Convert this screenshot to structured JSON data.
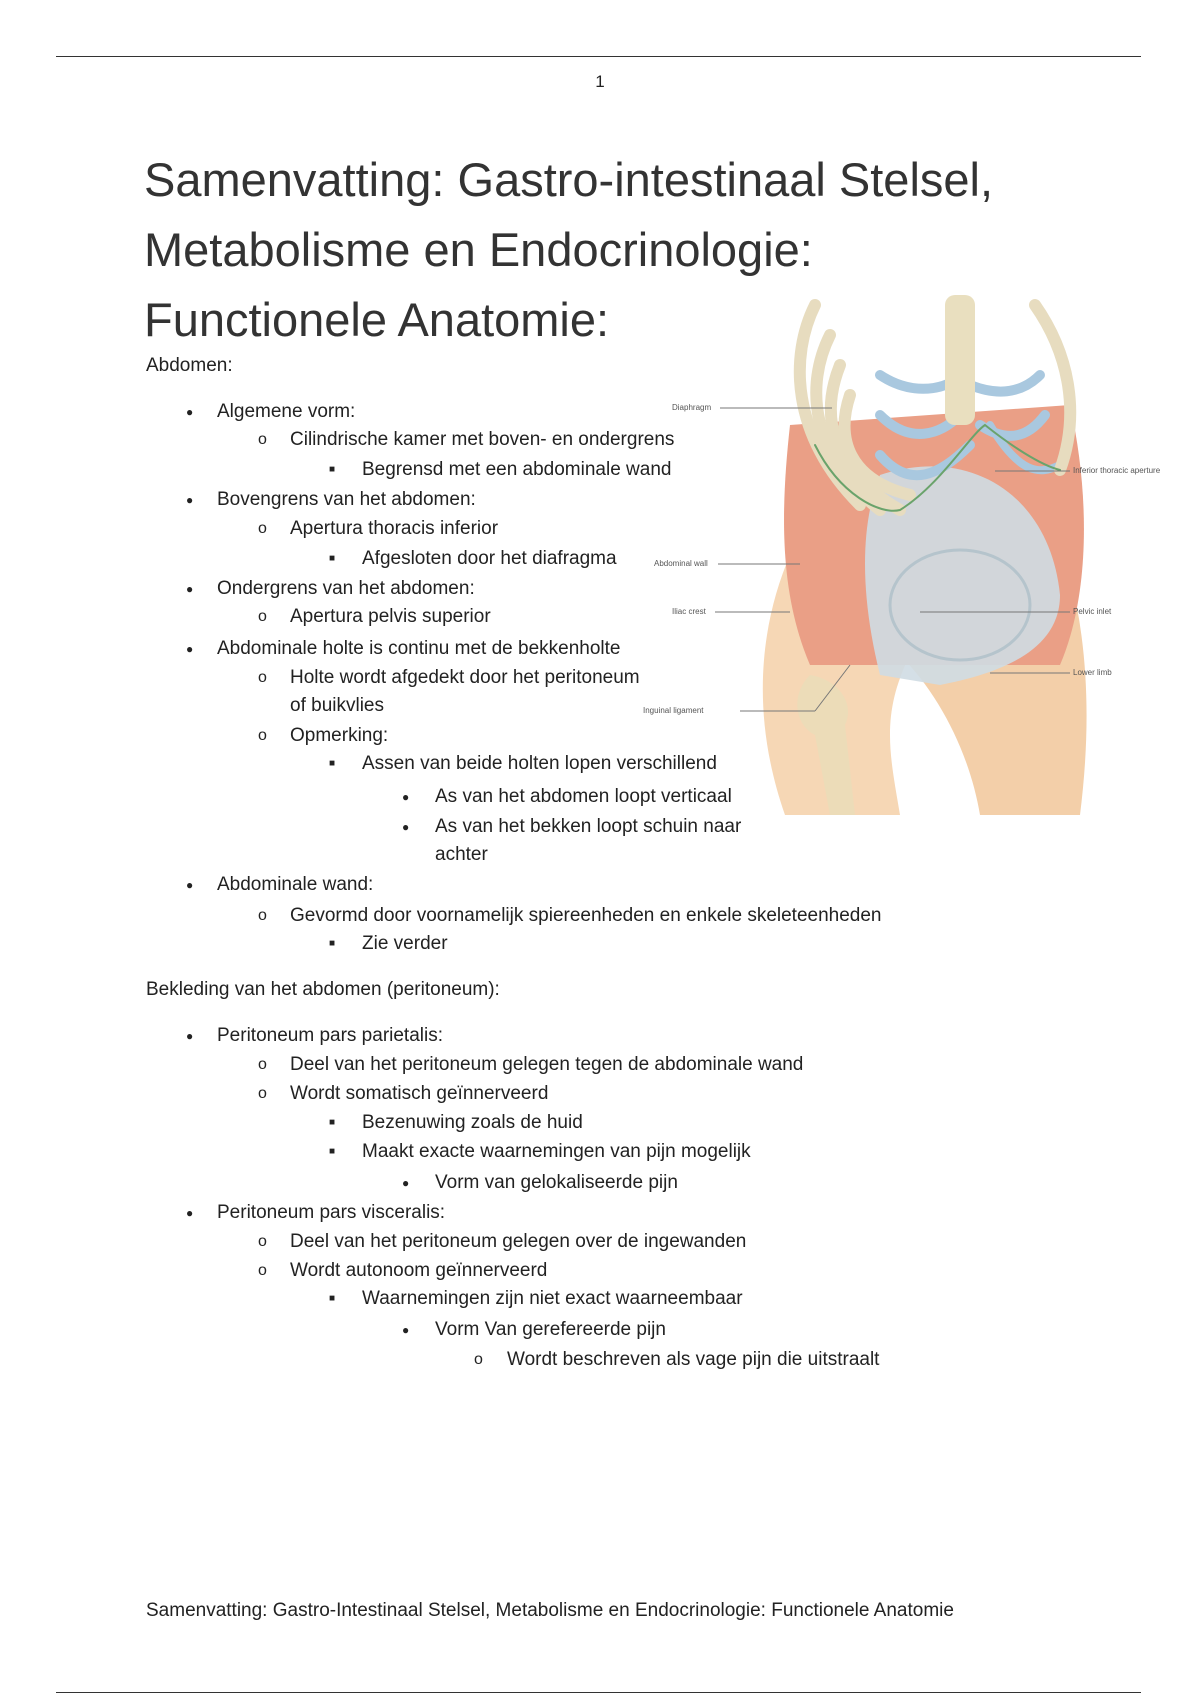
{
  "page_number": "1",
  "title_lines": [
    "Samenvatting: Gastro-intestinaal Stelsel,",
    "Metabolisme en Endocrinologie:",
    "Functionele Anatomie:"
  ],
  "content": [
    {
      "level": 0,
      "text": "Abdomen:"
    },
    {
      "level": 1,
      "text": "Algemene vorm:"
    },
    {
      "level": 2,
      "text": "Cilindrische kamer met boven- en ondergrens"
    },
    {
      "level": 3,
      "text": "Begrensd met een abdominale wand"
    },
    {
      "level": 1,
      "text": "Bovengrens van het abdomen:"
    },
    {
      "level": 2,
      "text": "Apertura thoracis inferior"
    },
    {
      "level": 3,
      "text": "Afgesloten door het diafragma"
    },
    {
      "level": 1,
      "text": "Ondergrens van het abdomen:"
    },
    {
      "level": 2,
      "text": "Apertura pelvis superior"
    },
    {
      "level": 1,
      "text": "Abdominale holte is continu met de bekkenholte"
    },
    {
      "level": 2,
      "text": "Holte wordt afgedekt door het peritoneum"
    },
    {
      "level": 2,
      "text": "of buikvlies",
      "continuation": true
    },
    {
      "level": 2,
      "text": "Opmerking:"
    },
    {
      "level": 3,
      "text": "Assen van beide holten lopen verschillend"
    },
    {
      "level": 4,
      "text": "As van het abdomen loopt verticaal"
    },
    {
      "level": 4,
      "text": "As van het bekken loopt schuin naar"
    },
    {
      "level": 4,
      "text": "achter",
      "continuation": true
    },
    {
      "level": 1,
      "text": "Abdominale wand:"
    },
    {
      "level": 2,
      "text": "Gevormd door voornamelijk spiereenheden en enkele skeleteenheden"
    },
    {
      "level": 3,
      "text": "Zie verder"
    },
    {
      "level": 0,
      "text": "Bekleding van het abdomen (peritoneum):"
    },
    {
      "level": 1,
      "text": "Peritoneum pars parietalis:"
    },
    {
      "level": 2,
      "text": "Deel van het peritoneum gelegen tegen de abdominale wand"
    },
    {
      "level": 2,
      "text": "Wordt somatisch geïnnerveerd"
    },
    {
      "level": 3,
      "text": "Bezenuwing zoals de huid"
    },
    {
      "level": 3,
      "text": "Maakt exacte waarnemingen van pijn mogelijk"
    },
    {
      "level": 4,
      "text": "Vorm van gelokaliseerde pijn"
    },
    {
      "level": 1,
      "text": "Peritoneum pars visceralis:"
    },
    {
      "level": 2,
      "text": "Deel van het peritoneum gelegen over de ingewanden"
    },
    {
      "level": 2,
      "text": "Wordt autonoom geïnnerveerd"
    },
    {
      "level": 3,
      "text": "Waarnemingen zijn niet exact waarneembaar"
    },
    {
      "level": 4,
      "text": "Vorm Van gerefereerde pijn"
    },
    {
      "level": 5,
      "text": "Wordt beschreven als vage pijn die uitstraalt"
    }
  ],
  "figure_labels": {
    "diaphragm": "Diaphragm",
    "inferior_thoracic_aperture": "Inferior thoracic aperture",
    "abdominal_wall": "Abdominal wall",
    "iliac_crest": "Iliac crest",
    "pelvic_inlet": "Pelvic inlet",
    "lower_limb": "Lower limb",
    "inguinal_ligament": "Inguinal ligament"
  },
  "footer": "Samenvatting: Gastro-Intestinaal Stelsel, Metabolisme en Endocrinologie: Functionele Anatomie"
}
